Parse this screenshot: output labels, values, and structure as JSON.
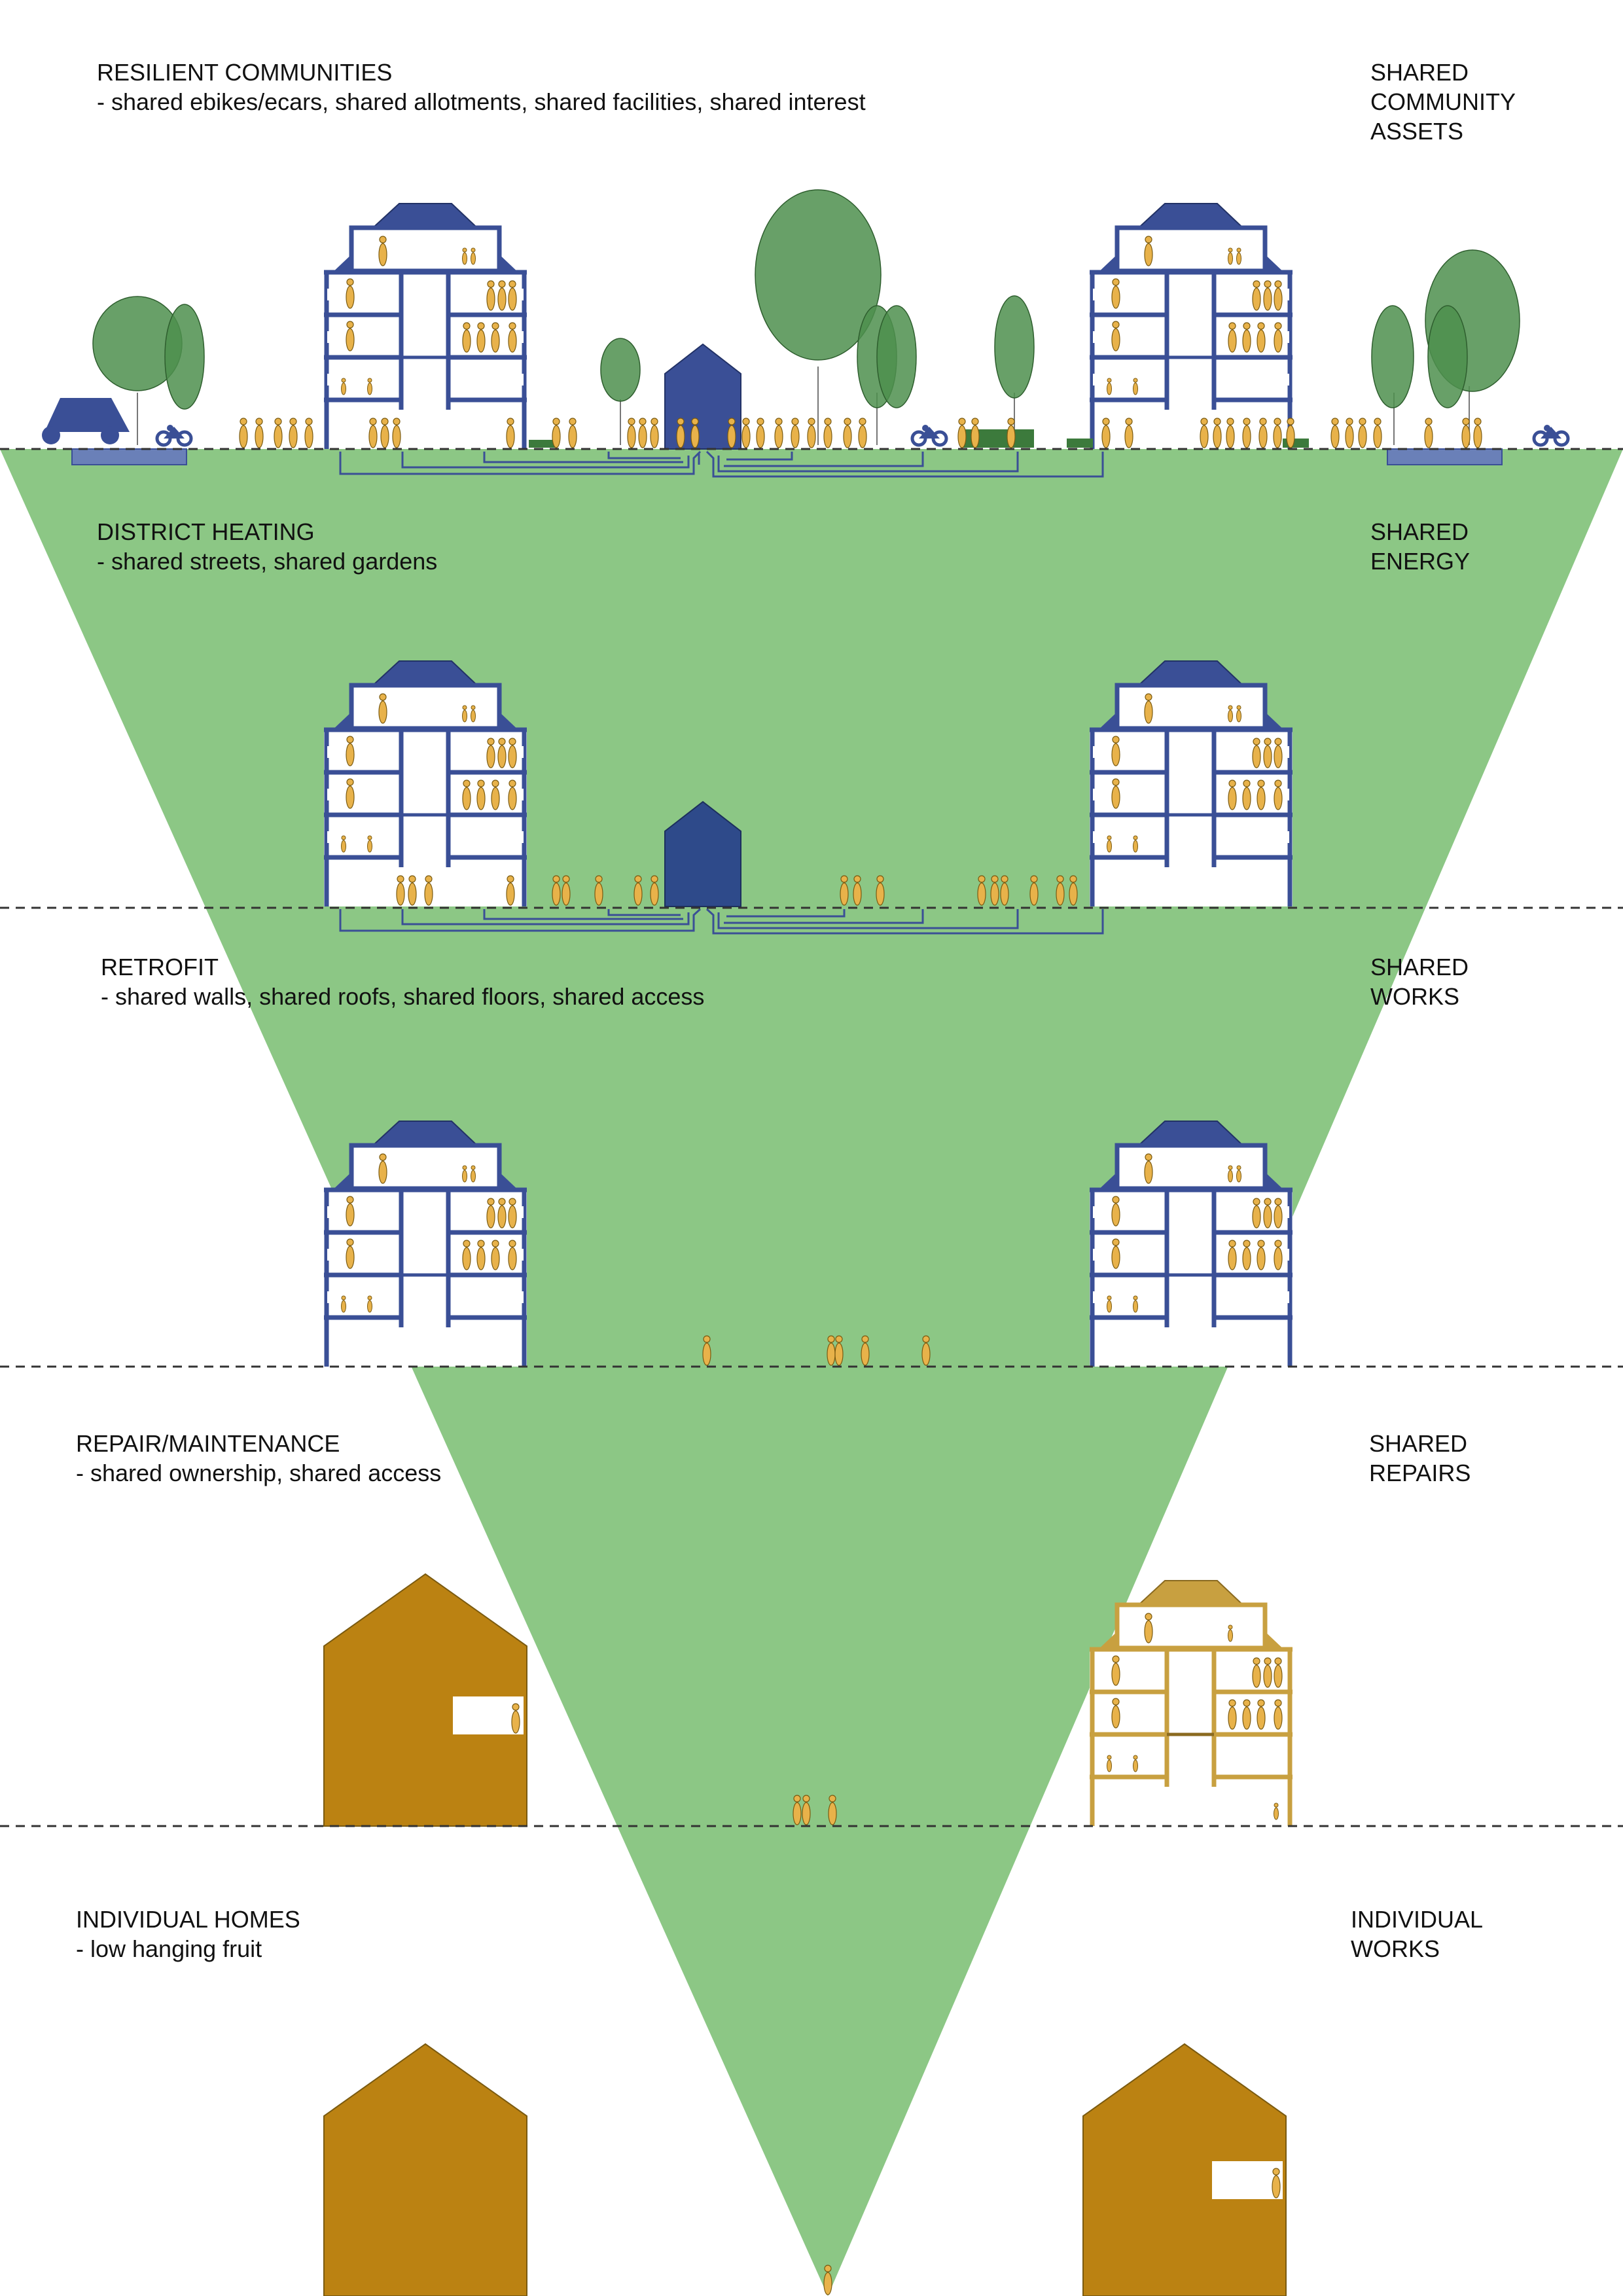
{
  "colors": {
    "funnel": "#8cc785",
    "building_blue": "#3a4f96",
    "building_navy": "#2e4a8a",
    "building_ochre": "#c8a040",
    "house_ochre": "#bb8212",
    "person_fill": "#e8b24a",
    "tree_fill": "#4e8f4e",
    "divider": "#333333"
  },
  "tiers": [
    {
      "title": "RESILIENT COMMUNITIES",
      "subtitle": "- shared ebikes/ecars, shared allotments, shared facilities, shared interest",
      "right_label": "SHARED\nCOMMUNITY\nASSETS"
    },
    {
      "title": "DISTRICT HEATING",
      "subtitle": "- shared streets, shared gardens",
      "right_label": "SHARED\nENERGY"
    },
    {
      "title": "RETROFIT",
      "subtitle": "- shared walls, shared roofs, shared floors, shared access",
      "right_label": "SHARED\nWORKS"
    },
    {
      "title": "REPAIR/MAINTENANCE",
      "subtitle": "- shared ownership, shared access",
      "right_label": "SHARED\nREPAIRS"
    },
    {
      "title": "INDIVIDUAL HOMES",
      "subtitle": "- low hanging fruit",
      "right_label": "INDIVIDUAL\nWORKS"
    }
  ]
}
